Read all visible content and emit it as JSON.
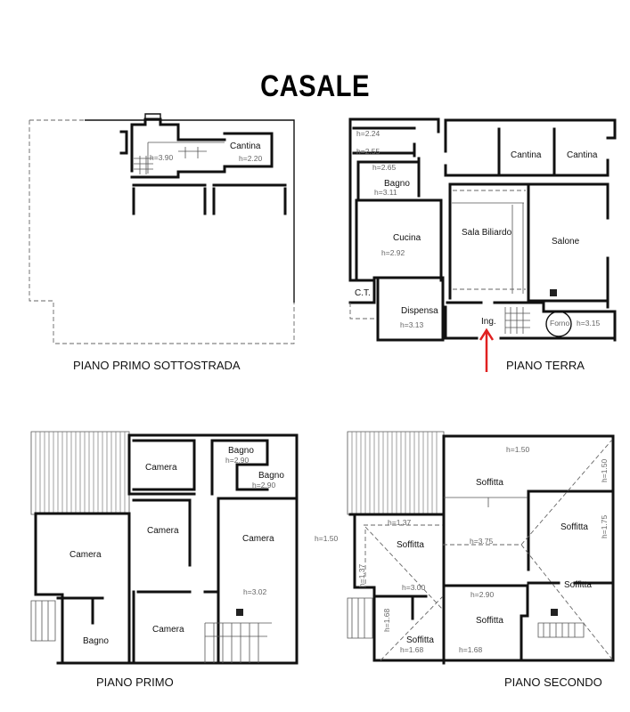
{
  "title": "CASALE",
  "floors": {
    "sottostrada": {
      "label": "PIANO PRIMO SOTTOSTRADA",
      "rooms": [
        {
          "name": "Cantina",
          "height": "h=2.20"
        }
      ],
      "heights": [
        "h=3.90"
      ]
    },
    "terra": {
      "label": "PIANO TERRA",
      "rooms": [
        {
          "name": "Cantina"
        },
        {
          "name": "Cantina"
        },
        {
          "name": "Bagno",
          "height": "h=3.11"
        },
        {
          "name": "Cucina",
          "height": "h=2.92"
        },
        {
          "name": "Sala Biliardo"
        },
        {
          "name": "Salone"
        },
        {
          "name": "C.T."
        },
        {
          "name": "Dispensa",
          "height": "h=3.13"
        },
        {
          "name": "Ing."
        },
        {
          "name": "Forno",
          "height": "h=3.15"
        }
      ],
      "heights": [
        "h=2.24",
        "h=2.55",
        "h=2.65"
      ],
      "entrance_arrow_color": "#e02020"
    },
    "primo": {
      "label": "PIANO PRIMO",
      "rooms": [
        {
          "name": "Camera"
        },
        {
          "name": "Bagno",
          "height": "h=2.90"
        },
        {
          "name": "Bagno",
          "height": "h=2.90"
        },
        {
          "name": "Camera"
        },
        {
          "name": "Camera"
        },
        {
          "name": "Camera"
        },
        {
          "name": "Bagno"
        },
        {
          "name": "Camera"
        }
      ],
      "heights": [
        "h=3.02"
      ]
    },
    "secondo": {
      "label": "PIANO SECONDO",
      "rooms": [
        {
          "name": "Soffitta"
        },
        {
          "name": "Soffitta"
        },
        {
          "name": "Soffitta"
        },
        {
          "name": "Soffitta"
        },
        {
          "name": "Soffitta"
        },
        {
          "name": "Soffitta"
        }
      ],
      "heights": [
        "h=1.50",
        "h=1.50",
        "h=1.75",
        "h=1.37",
        "h=1.50",
        "h=1.37",
        "h=3.75",
        "h=3.00",
        "h=2.90",
        "h=1.68",
        "h=1.68",
        "h=1.68"
      ]
    }
  }
}
